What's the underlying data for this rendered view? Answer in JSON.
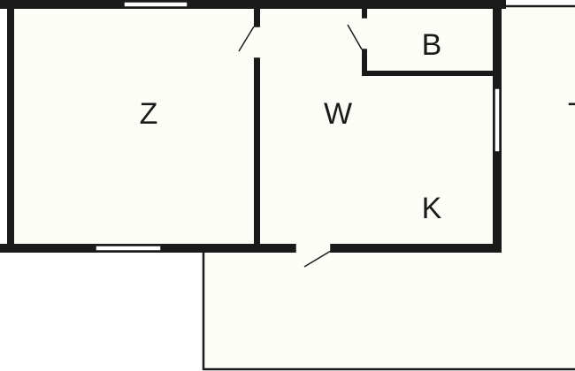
{
  "colors": {
    "wall": "#1a1a1a",
    "floor": "#fdfdf8",
    "terrace_outline": "#1a1a1a",
    "window_fill": "#ffffff"
  },
  "rooms": {
    "z_label": "Z",
    "w_label": "W",
    "b_label": "B",
    "k_label": "K",
    "t_label": "T"
  }
}
